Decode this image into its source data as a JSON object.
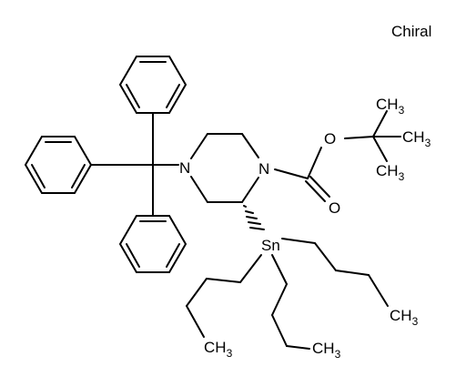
{
  "chiral_flag": "Chiral",
  "atoms": {
    "n4": "N",
    "n1": "N",
    "o_ester": "O",
    "o_carbonyl": "O",
    "sn": "Sn",
    "ch3_tbu_top": {
      "main": "CH",
      "sub": "3"
    },
    "ch3_tbu_right": {
      "main": "CH",
      "sub": "3"
    },
    "ch3_tbu_bottom": {
      "main": "CH",
      "sub": "3"
    },
    "ch3_butyl_right": {
      "main": "CH",
      "sub": "3"
    },
    "ch3_butyl_left": {
      "main": "CH",
      "sub": "3"
    },
    "ch3_butyl_bottom": {
      "main": "CH",
      "sub": "3"
    }
  }
}
